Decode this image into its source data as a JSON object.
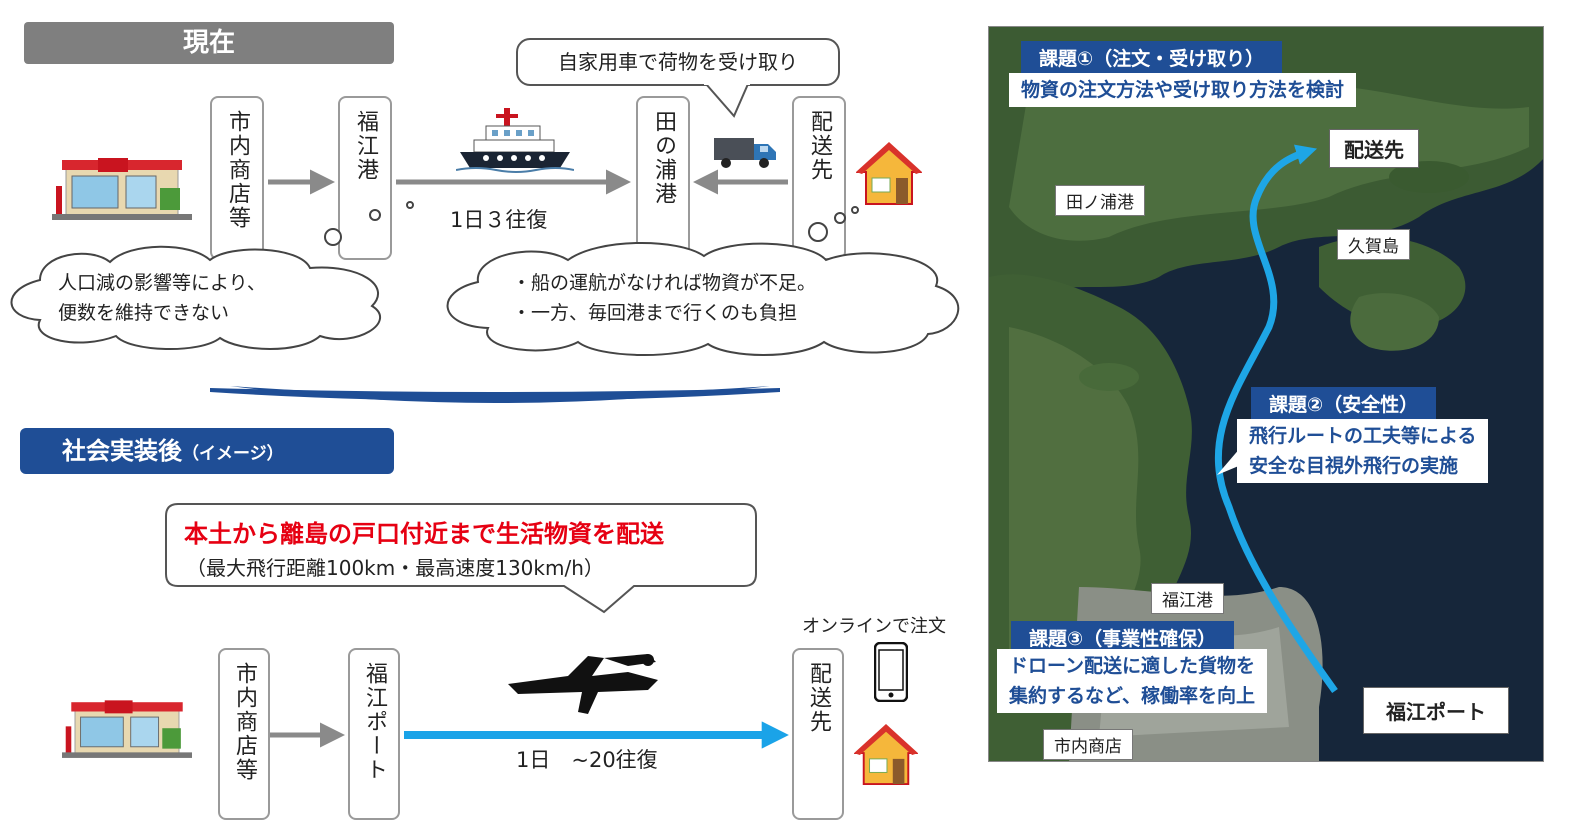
{
  "current": {
    "header": "現在",
    "nodes": [
      "市内商店等",
      "福江港",
      "田の浦港",
      "配送先"
    ],
    "ferry_label": "1日３往復",
    "truck_callout": "自家用車で荷物を受け取り",
    "cloud_left": [
      "人口減の影響等により、",
      "便数を維持できない"
    ],
    "cloud_right": [
      "・船の運航がなければ物資が不足。",
      "・一方、毎回港まで行くのも負担"
    ]
  },
  "after": {
    "header": "社会実装後",
    "header_sub": "（イメージ）",
    "callout_main": "本土から離島の戸口付近まで生活物資を配送",
    "callout_sub": "（最大飛行距離100km・最高速度130km/h）",
    "nodes": [
      "市内商店等",
      "福江ポート",
      "配送先"
    ],
    "drone_label": "1日　~20往復",
    "online_label": "オンラインで注文"
  },
  "map": {
    "task1_title": "課題①（注文・受け取り）",
    "task1_body": "物資の注文方法や受け取り方法を検討",
    "task2_title": "課題②（安全性）",
    "task2_body": [
      "飛行ルートの工夫等による",
      "安全な目視外飛行の実施"
    ],
    "task3_title": "課題③（事業性確保）",
    "task3_body": [
      "ドローン配送に適した貨物を",
      "集約するなど、稼働率を向上"
    ],
    "labels": {
      "destination": "配送先",
      "tanoura": "田ノ浦港",
      "kuga": "久賀島",
      "fukue_port": "福江港",
      "fukue_drone_port": "福江ポート",
      "city_store": "市内商店"
    }
  },
  "colors": {
    "gray_header": "#7f7f7f",
    "blue_header": "#1f4e96",
    "drone_arrow": "#1aa3e8",
    "red_text": "#e60012",
    "map_route": "#1ea6e6"
  },
  "icons": [
    "store-icon",
    "ferry-icon",
    "truck-icon",
    "house-icon",
    "drone-icon",
    "smartphone-icon"
  ]
}
